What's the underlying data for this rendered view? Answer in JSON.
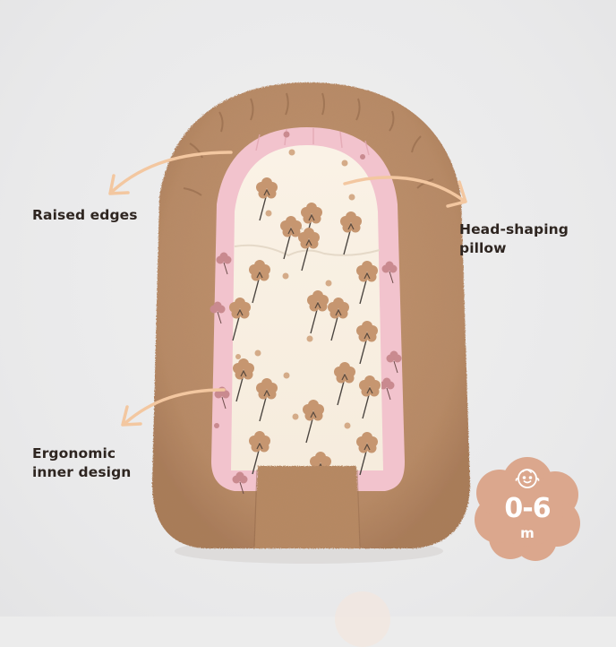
{
  "product": {
    "name": "baby-nest",
    "colors": {
      "background": "#ececec",
      "outer_plush": "#b98b68",
      "plush_shadow": "#9c7151",
      "inner_border_pink": "#f2c3cd",
      "inner_fabric": "#f8efe2",
      "flower": "#c69670",
      "stem": "#4b4540",
      "arrow": "#f3c7a0",
      "label_text": "#2e2520",
      "badge_fill": "#dba78d"
    }
  },
  "callouts": {
    "raised_edges": {
      "line1": "Raised edges"
    },
    "head_pillow": {
      "line1": "Head-shaping",
      "line2": "pillow"
    },
    "ergonomic": {
      "line1": "Ergonomic",
      "line2": "inner design"
    }
  },
  "badge": {
    "icon": "baby-face-icon",
    "age_range": "0-6",
    "unit": "m"
  }
}
